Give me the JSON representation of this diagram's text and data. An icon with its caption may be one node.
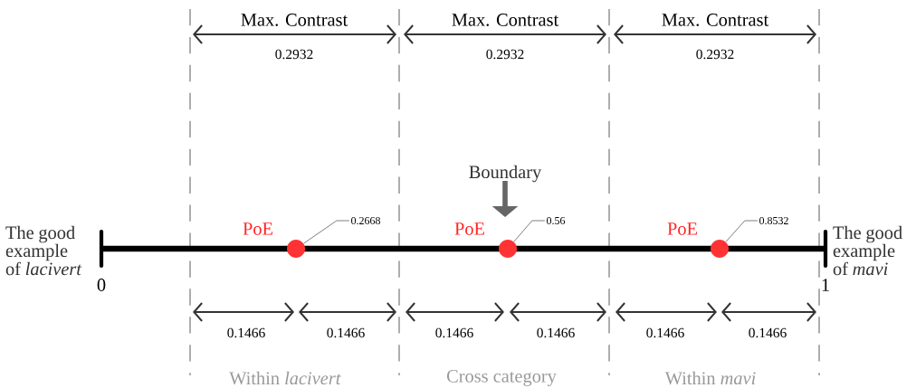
{
  "diagram": {
    "nodes": [
      {
        "text": [
          "0.2668"
        ]
      },
      {
        "text": [],
        "shape": "circle"
      },
      {
        "text": [
          "0.56"
        ]
      },
      {
        "text": [],
        "shape": "circle"
      },
      {
        "text": [
          "0.8532"
        ]
      },
      {
        "text": [],
        "shape": "circle"
      }
    ],
    "edges": [
      {
        "from": 0,
        "to": 1,
        "arrow": "none"
      },
      {
        "from": 2,
        "to": 3,
        "arrow": "none"
      },
      {
        "from": 4,
        "to": 5,
        "arrow": "none"
      }
    ],
    "labels": [
      "Max. Contrast",
      "Max. Contrast",
      "Max. Contrast",
      "0.2932",
      "0.2932",
      "0.2932",
      "Boundary",
      "PoE",
      "PoE",
      "PoE",
      "The good example of *lacivert*",
      "The good example of *mavi*",
      "0",
      "1",
      "0.1466",
      "0.1466",
      "0.1466",
      "0.1466",
      "0.1466",
      "0.1466",
      "Within *lacivert*",
      "Cross category",
      "Within *mavi*"
    ]
  }
}
